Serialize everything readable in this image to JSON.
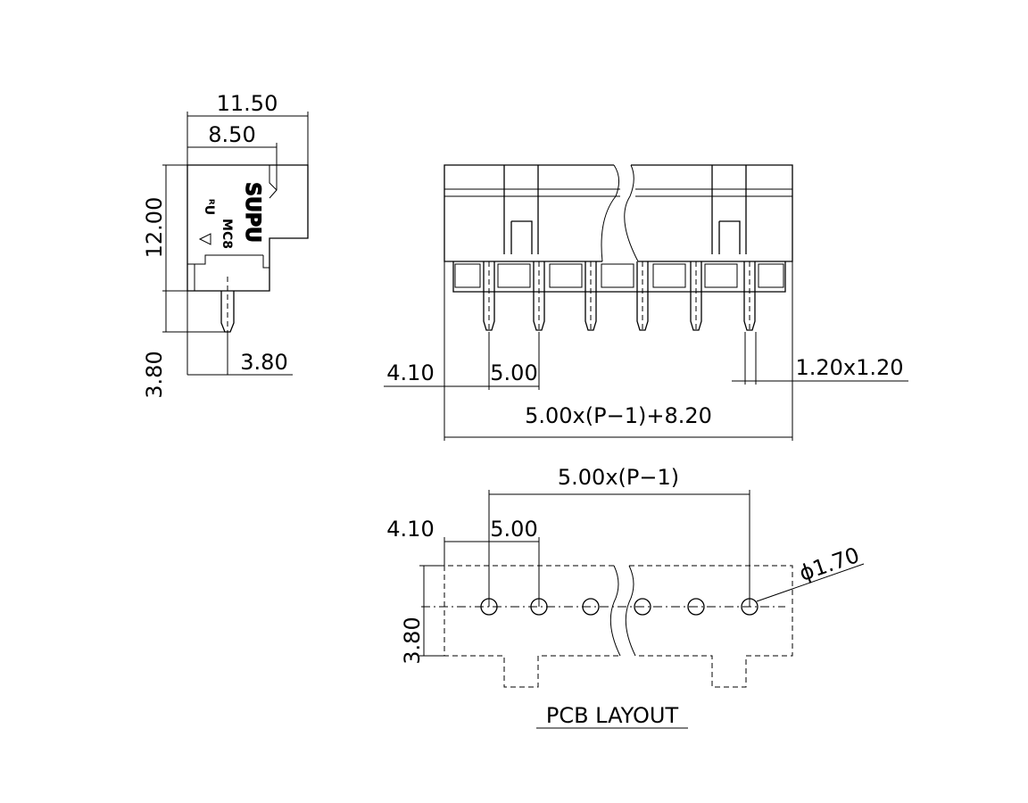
{
  "side_view": {
    "dim_width_total": "11.50",
    "dim_width_body": "8.50",
    "dim_height": "12.00",
    "dim_pin_length": "3.80",
    "dim_pin_offset": "3.80",
    "brand_logo": "SUPU",
    "model_label": "MC8"
  },
  "front_view": {
    "dim_edge": "4.10",
    "dim_pitch": "5.00",
    "dim_pin_size": "1.20x1.20",
    "dim_overall": "5.00x(P−1)+8.20"
  },
  "pcb_layout": {
    "dim_span": "5.00x(P−1)",
    "dim_edge": "4.10",
    "dim_pitch": "5.00",
    "dim_hole": "ϕ1.70",
    "dim_depth": "3.80",
    "title": "PCB LAYOUT"
  }
}
